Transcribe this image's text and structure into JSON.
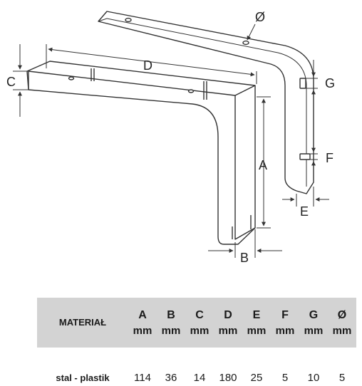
{
  "diagram": {
    "labels": {
      "A": "A",
      "B": "B",
      "C": "C",
      "D": "D",
      "E": "E",
      "F": "F",
      "G": "G",
      "diameter": "Ø"
    }
  },
  "table": {
    "material_header": "MATERIAŁ",
    "columns": [
      {
        "key": "A",
        "unit": "mm"
      },
      {
        "key": "B",
        "unit": "mm"
      },
      {
        "key": "C",
        "unit": "mm"
      },
      {
        "key": "D",
        "unit": "mm"
      },
      {
        "key": "E",
        "unit": "mm"
      },
      {
        "key": "F",
        "unit": "mm"
      },
      {
        "key": "G",
        "unit": "mm"
      },
      {
        "key": "Ø",
        "unit": "mm"
      }
    ],
    "rows": [
      {
        "material": "stal - plastik",
        "values": [
          "114",
          "36",
          "14",
          "180",
          "25",
          "5",
          "10",
          "5"
        ]
      }
    ]
  }
}
